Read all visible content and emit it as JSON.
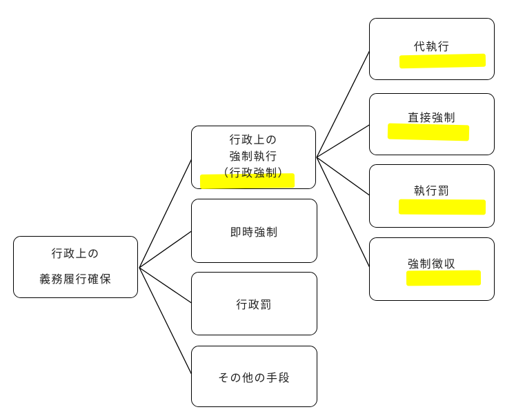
{
  "colors": {
    "highlight": "#FFFF00",
    "stroke": "#000000",
    "text": "#1F1F1F",
    "background": "#FFFFFF"
  },
  "nodes": {
    "root": {
      "line1": "行政上の",
      "line2": "義務履行確保"
    },
    "kyousei_shikkou": {
      "line1": "行政上の",
      "line2": "強制執行",
      "line3": "（行政強制）"
    },
    "sokuji_kyousei": {
      "label": "即時強制"
    },
    "gyousei_batsu": {
      "label": "行政罰"
    },
    "sonota_shudan": {
      "label": "その他の手段"
    },
    "dai_shikkou": {
      "label": "代執行"
    },
    "chokusetsu_kyousei": {
      "label": "直接強制"
    },
    "shikkou_batsu": {
      "label": "執行罰"
    },
    "kyousei_choushuu": {
      "label": "強制徴収"
    }
  },
  "highlighted_terms": [
    "（行政強制）",
    "代執行",
    "直接強制",
    "執行罰",
    "強制徴収"
  ],
  "connections": [
    {
      "from": "行政上の義務履行確保",
      "to": "行政上の強制執行（行政強制）"
    },
    {
      "from": "行政上の義務履行確保",
      "to": "即時強制"
    },
    {
      "from": "行政上の義務履行確保",
      "to": "行政罰"
    },
    {
      "from": "行政上の義務履行確保",
      "to": "その他の手段"
    },
    {
      "from": "行政上の強制執行（行政強制）",
      "to": "代執行"
    },
    {
      "from": "行政上の強制執行（行政強制）",
      "to": "直接強制"
    },
    {
      "from": "行政上の強制執行（行政強制）",
      "to": "執行罰"
    },
    {
      "from": "行政上の強制執行（行政強制）",
      "to": "強制徴収"
    }
  ]
}
